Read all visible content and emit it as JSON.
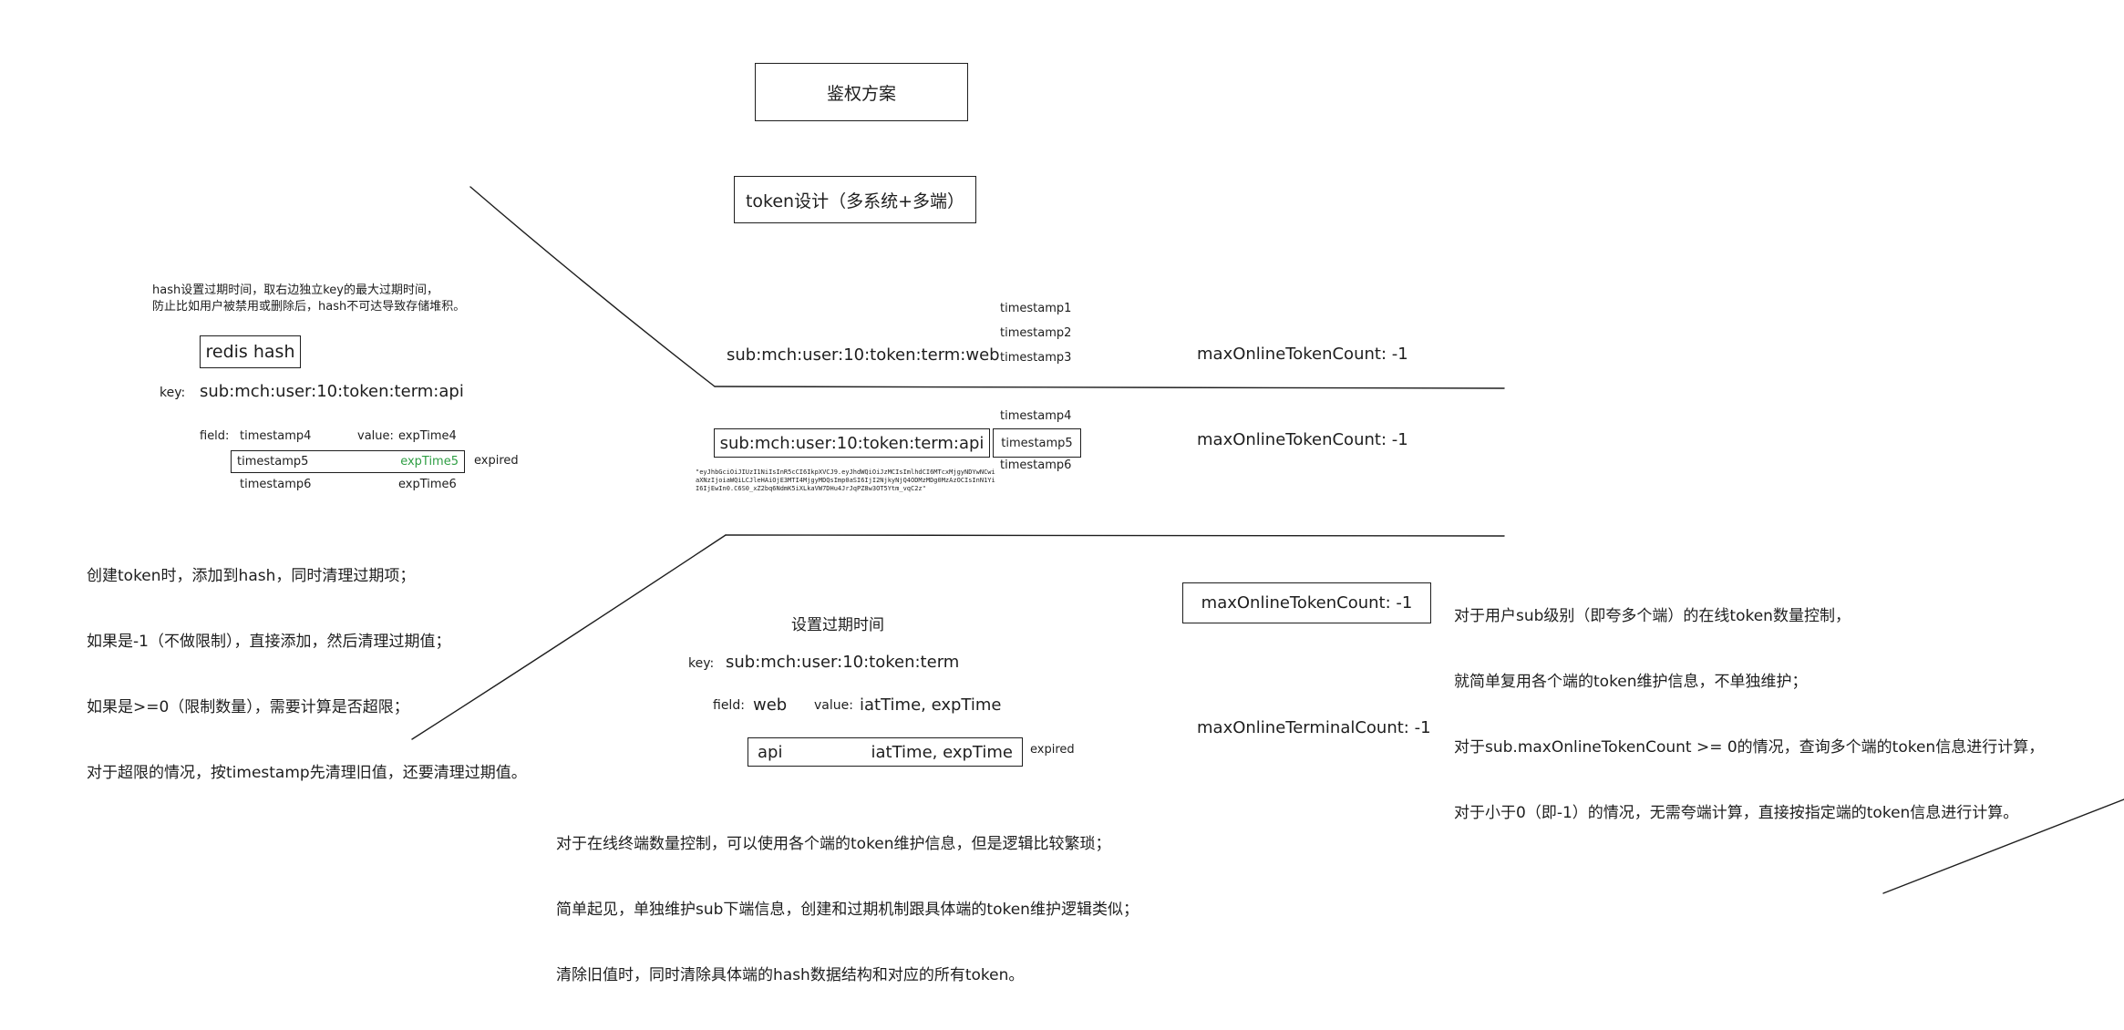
{
  "title": "鉴权方案",
  "token_design": "token设计（多系统+多端）",
  "hash_note": [
    "hash设置过期时间，取右边独立key的最大过期时间，",
    "防止比如用户被禁用或删除后，hash不可达导致存储堆积。"
  ],
  "redis_hash_label": "redis hash",
  "key_label": "key:",
  "redis_key": "sub:mch:user:10:token:term:api",
  "field_label": "field:",
  "value_label": "value:",
  "hash_rows": [
    {
      "field": "timestamp4",
      "value": "expTime4",
      "status": ""
    },
    {
      "field": "timestamp5",
      "value": "expTime5",
      "status": "expired"
    },
    {
      "field": "timestamp6",
      "value": "expTime6",
      "status": ""
    }
  ],
  "create_notes": [
    "创建token时，添加到hash，同时清理过期项；",
    "如果是-1（不做限制），直接添加，然后清理过期值；",
    "如果是>=0（限制数量），需要计算是否超限；",
    "对于超限的情况，按timestamp先清理旧值，还要清理过期值。"
  ],
  "web_term": {
    "key": "sub:mch:user:10:token:term:web",
    "timestamps": [
      "timestamp1",
      "timestamp2",
      "timestamp3"
    ],
    "max": "maxOnlineTokenCount: -1"
  },
  "api_term": {
    "key": "sub:mch:user:10:token:term:api",
    "timestamps": [
      "timestamp4",
      "timestamp5",
      "timestamp6"
    ],
    "max": "maxOnlineTokenCount: -1",
    "jwt": "\"eyJhbGciOiJIUzI1NiIsInR5cCI6IkpXVCJ9.eyJhdWQiOiJzMCIsImlhdCI6MTcxMjgyNDYwNCwiaXNzIjoiaWQiLCJleHAiOjE3MTI4MjgyMDQsImp0aSI6IjI2NjkyNjQ4ODMzMDg0MzAzOCIsInN1YiI6IjEwIn0.C6S0_xZ2bq6NdmK5iXLkaVW7DHu4JrJqPZ8w3OT5Ytm_vqC2z\""
  },
  "sub_max": "maxOnlineTokenCount: -1",
  "sub_notes": [
    "对于用户sub级别（即夸多个端）的在线token数量控制，",
    "就简单复用各个端的token维护信息，不单独维护；",
    "对于sub.maxOnlineTokenCount >= 0的情况，查询多个端的token信息进行计算，",
    "对于小于0（即-1）的情况，无需夸端计算，直接按指定端的token信息进行计算。"
  ],
  "term_section": {
    "title": "设置过期时间",
    "key_label": "key:",
    "key": "sub:mch:user:10:token:term",
    "field_label": "field:",
    "value_label": "value:",
    "rows": [
      {
        "field": "web",
        "value": "iatTime, expTime",
        "status": ""
      },
      {
        "field": "api",
        "value": "iatTime, expTime",
        "status": "expired"
      }
    ],
    "max_terminal": "maxOnlineTerminalCount: -1"
  },
  "term_notes": [
    "对于在线终端数量控制，可以使用各个端的token维护信息，但是逻辑比较繁琐；",
    "简单起见，单独维护sub下端信息，创建和过期机制跟具体端的token维护逻辑类似；",
    "清除旧值时，同时清除具体端的hash数据结构和对应的所有token。"
  ],
  "colors": {
    "stroke": "#1e1e1e",
    "expired_value": "#2f9e44",
    "background": "#ffffff"
  }
}
